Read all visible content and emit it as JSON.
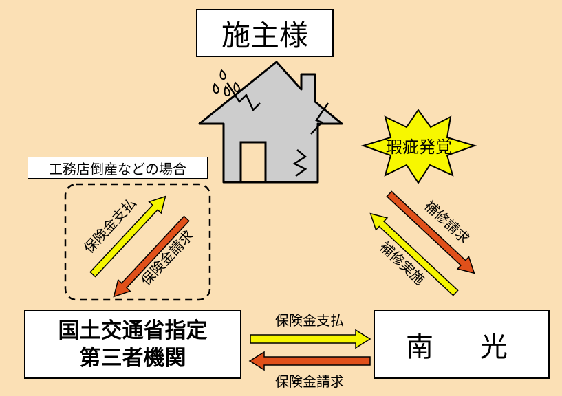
{
  "owner": {
    "label": "施主様"
  },
  "defect": {
    "label": "瑕疵発覚"
  },
  "condition": {
    "label": "工務店倒産などの場合"
  },
  "agency": {
    "line1": "国土交通省指定",
    "line2": "第三者機関"
  },
  "builder": {
    "label": "南　光"
  },
  "flows": {
    "insurance_payment": "保険金支払",
    "insurance_claim": "保険金請求",
    "repair_claim": "補修請求",
    "repair_done": "補修実施"
  },
  "colors": {
    "background": "#fbe0b5",
    "house": "#cdcdcd",
    "yellow_arrow": "#f5f500",
    "orange_arrow": "#e0501a",
    "burst": "#f7f700"
  }
}
